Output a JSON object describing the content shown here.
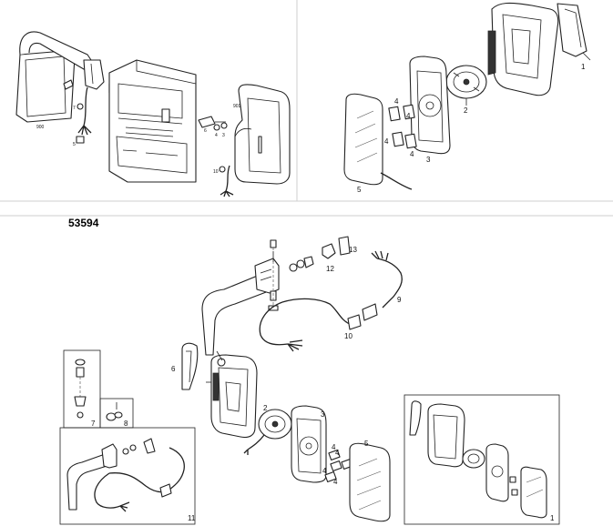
{
  "diagram": {
    "section_code": "53594",
    "top_small_labels": [
      "900",
      "7",
      "5",
      "6",
      "4",
      "3",
      "901",
      "10"
    ],
    "top_right_callouts": [
      "1",
      "2",
      "3",
      "4",
      "4",
      "4",
      "4",
      "5"
    ],
    "main_callouts": [
      "1",
      "2",
      "3",
      "4",
      "4",
      "4",
      "4",
      "5",
      "6",
      "7",
      "8",
      "9",
      "10",
      "11",
      "12",
      "13"
    ]
  }
}
